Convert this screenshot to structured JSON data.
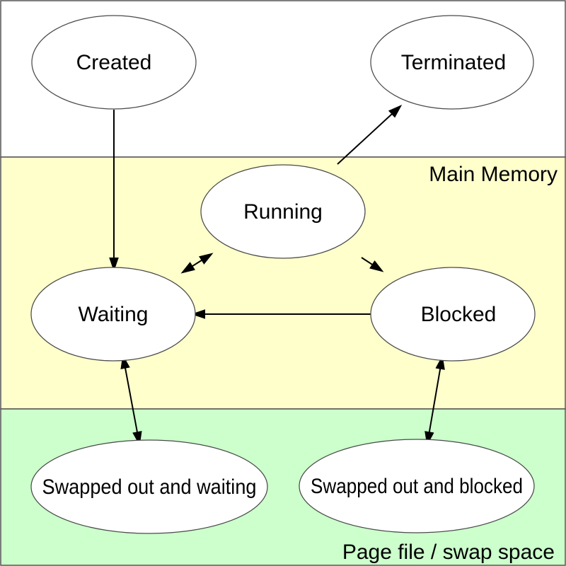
{
  "diagram": {
    "type": "state-diagram",
    "regions": [
      {
        "name": "top-region",
        "label": "",
        "color": "#ffffff"
      },
      {
        "name": "main-memory-region",
        "label": "Main Memory",
        "color": "#ffffcc"
      },
      {
        "name": "swap-space-region",
        "label": "Page file / swap space",
        "color": "#ccffcc"
      }
    ],
    "nodes": [
      {
        "id": "created",
        "label": "Created"
      },
      {
        "id": "terminated",
        "label": "Terminated"
      },
      {
        "id": "running",
        "label": "Running"
      },
      {
        "id": "waiting",
        "label": "Waiting"
      },
      {
        "id": "blocked",
        "label": "Blocked"
      },
      {
        "id": "swapped_out_and_waiting",
        "label": "Swapped out and waiting"
      },
      {
        "id": "swapped_out_and_blocked",
        "label": "Swapped out and blocked"
      }
    ],
    "edges": [
      {
        "from": "created",
        "to": "waiting",
        "bidirectional": false
      },
      {
        "from": "running",
        "to": "terminated",
        "bidirectional": false
      },
      {
        "from": "waiting",
        "to": "running",
        "bidirectional": true
      },
      {
        "from": "running",
        "to": "blocked",
        "bidirectional": false
      },
      {
        "from": "blocked",
        "to": "waiting",
        "bidirectional": false
      },
      {
        "from": "waiting",
        "to": "swapped_out_and_waiting",
        "bidirectional": true
      },
      {
        "from": "blocked",
        "to": "swapped_out_and_blocked",
        "bidirectional": true
      }
    ],
    "edge_color": "#000000",
    "node_fill": "#ffffff",
    "node_stroke": "#4a4a4a"
  }
}
